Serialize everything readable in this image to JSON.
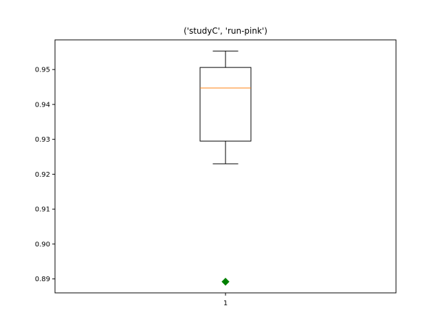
{
  "chart_data": {
    "type": "box",
    "title": "('studyC', 'run-pink')",
    "xlabel": "",
    "ylabel": "",
    "categories": [
      "1"
    ],
    "ylim": [
      0.886,
      0.9585
    ],
    "yticks": [
      0.89,
      0.9,
      0.91,
      0.92,
      0.93,
      0.94,
      0.95
    ],
    "ytick_labels": [
      "0.89",
      "0.90",
      "0.91",
      "0.92",
      "0.93",
      "0.94",
      "0.95"
    ],
    "grid": false,
    "boxes": [
      {
        "category": "1",
        "whisker_low": 0.923,
        "q1": 0.9295,
        "median": 0.9447,
        "q3": 0.9506,
        "whisker_high": 0.9553,
        "outliers": [
          0.8892
        ]
      }
    ],
    "colors": {
      "box": "#000000",
      "median": "#ff7f0e",
      "outlier": "#008000",
      "axes": "#000000",
      "background": "#ffffff"
    }
  }
}
